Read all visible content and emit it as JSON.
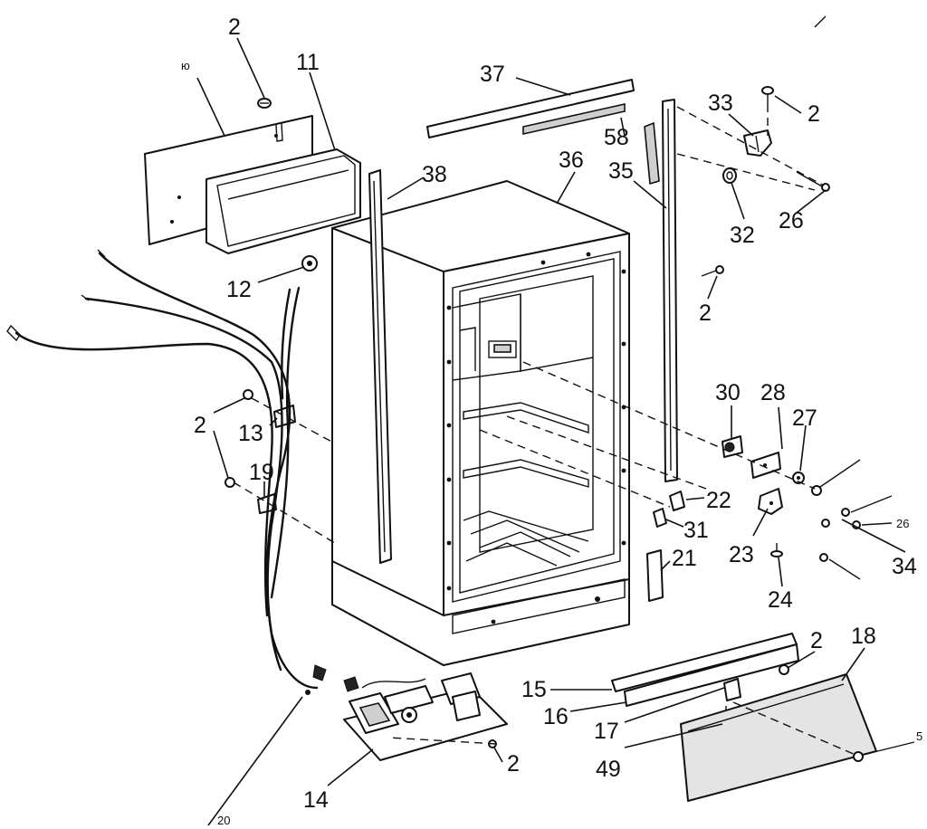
{
  "callouts": {
    "c_2_top": "2",
    "c_10": "ю",
    "c_11": "11",
    "c_37": "37",
    "c_33": "33",
    "c_2_tr": "2",
    "c_58": "58",
    "c_38": "38",
    "c_36": "36",
    "c_35": "35",
    "c_26_top": "26",
    "c_32": "32",
    "c_12": "12",
    "c_2_mid": "2",
    "c_30": "30",
    "c_28": "28",
    "c_27": "27",
    "c_2_left": "2",
    "c_13": "13",
    "c_19": "19",
    "c_22": "22",
    "c_26_right": "26",
    "c_31": "31",
    "c_23": "23",
    "c_34": "34",
    "c_21": "21",
    "c_24": "24",
    "c_2_kick": "2",
    "c_18": "18",
    "c_15": "15",
    "c_16": "16",
    "c_17": "17",
    "c_5": "5",
    "c_49": "49",
    "c_2_bottom": "2",
    "c_14": "14",
    "c_20": "20"
  }
}
